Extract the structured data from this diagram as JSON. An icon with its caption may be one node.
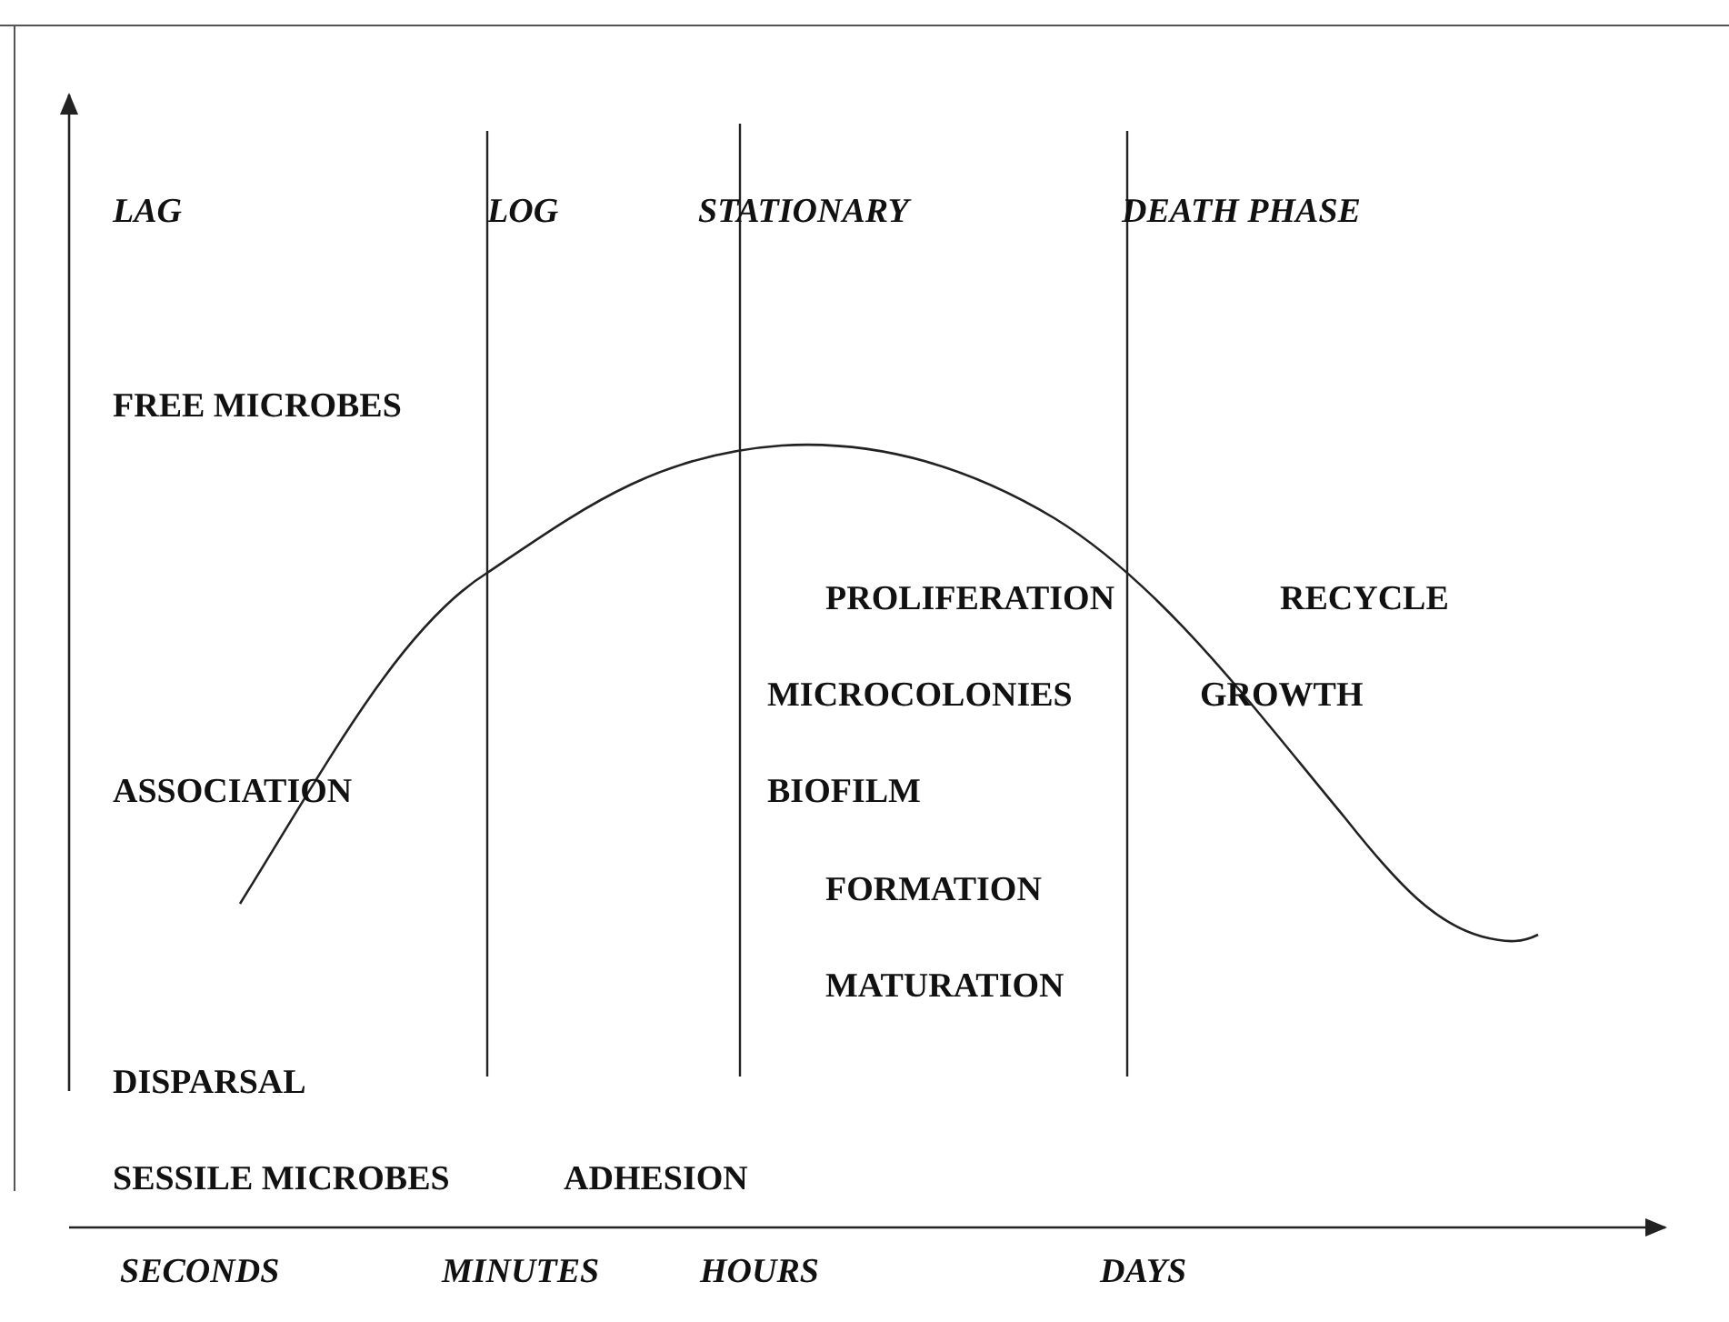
{
  "diagram": {
    "labels": [
      "LAG",
      "LOG",
      "STATIONARY",
      "DEATH PHASE",
      "FREE MICROBES",
      "PROLIFERATION",
      "RECYCLE",
      "MICROCOLONIES",
      "GROWTH",
      "ASSOCIATION",
      "BIOFILM",
      "FORMATION",
      "MATURATION",
      "DISPARSAL",
      "SESSILE MICROBES",
      "ADHESION",
      "SECONDS",
      "MINUTES",
      "HOURS",
      "DAYS"
    ]
  }
}
